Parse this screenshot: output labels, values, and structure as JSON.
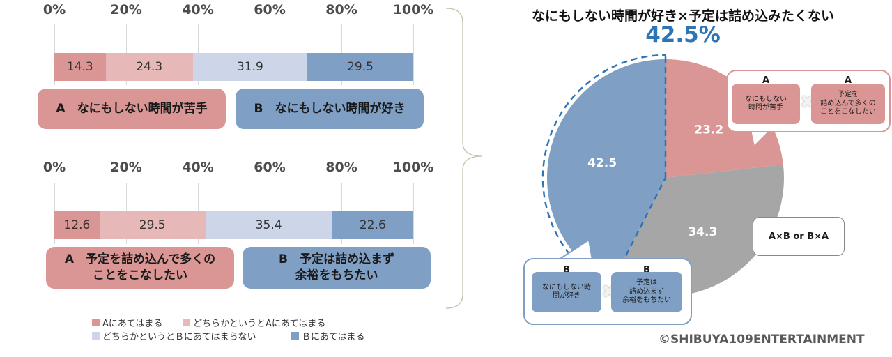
{
  "chart_data": [
    {
      "type": "bar",
      "orientation": "horizontal-stacked",
      "xlim": [
        0,
        100
      ],
      "ticks": [
        "0%",
        "20%",
        "40%",
        "60%",
        "80%",
        "100%"
      ],
      "values": [
        14.3,
        24.3,
        31.9,
        29.5
      ],
      "statement_a": "A　なにもしない時間が苦手",
      "statement_b": "B　なにもしない時間が好き"
    },
    {
      "type": "bar",
      "orientation": "horizontal-stacked",
      "xlim": [
        0,
        100
      ],
      "ticks": [
        "0%",
        "20%",
        "40%",
        "60%",
        "80%",
        "100%"
      ],
      "values": [
        12.6,
        29.5,
        35.4,
        22.6
      ],
      "statement_a": "A　予定を詰め込んで多くの\nことをこなしたい",
      "statement_b": "B　予定は詰め込まず\n余裕をもちたい"
    },
    {
      "type": "pie",
      "title": "なにもしない時間が好き×予定は詰め込みたくない",
      "highlight_value": "42.5%",
      "slices": [
        {
          "label": "",
          "value": 23.2,
          "color": "#d99694"
        },
        {
          "label": "",
          "value": 34.3,
          "color": "#a6a6a6"
        },
        {
          "label": "",
          "value": 42.5,
          "color": "#7f9fc4"
        }
      ]
    }
  ],
  "legend": [
    {
      "label": "Aにあてはまる",
      "color": "#d99694"
    },
    {
      "label": "どちらかというとAにあてはまる",
      "color": "#e6b9b8"
    },
    {
      "label": "どちらかというとＢにあてはまらない",
      "color": "#ccd6e8"
    },
    {
      "label": "Ｂにあてはまる",
      "color": "#7f9fc4"
    }
  ],
  "segment_colors": [
    "#d99694",
    "#e6b9b8",
    "#ccd6e8",
    "#7f9fc4"
  ],
  "callout_a": {
    "head_left": "A",
    "text_left": "なにもしない\n時間が苦手",
    "head_right": "A",
    "text_right": "予定を\n詰め込んで多くの\nことをこなしたい"
  },
  "callout_b": {
    "head_left": "B",
    "text_left": "なにもしない時\n間が好き",
    "head_right": "B",
    "text_right": "予定は\n詰め込まず\n余裕をもちたい"
  },
  "label_ab": "A×B or B×A",
  "copyright": "©SHIBUYA109ENTERTAINMENT"
}
